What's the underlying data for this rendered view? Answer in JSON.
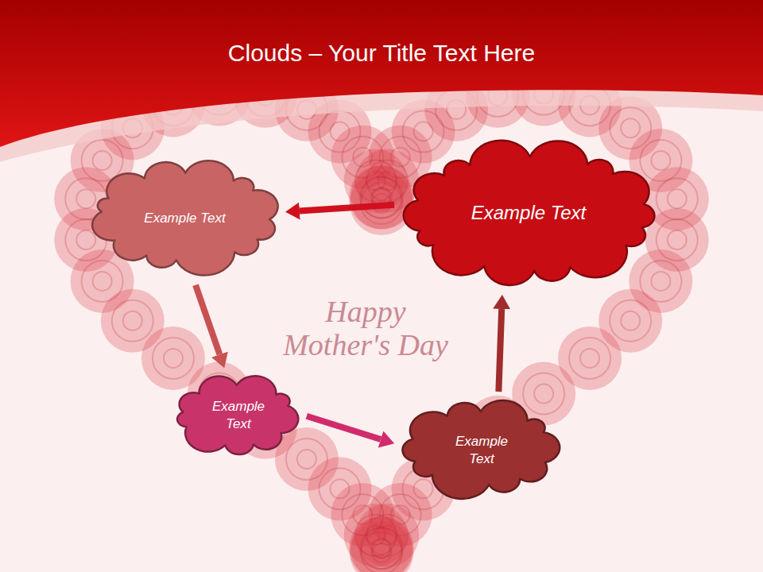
{
  "diagram": {
    "title": "Clouds – Your Title Text Here",
    "nodes": [
      {
        "text": [
          "Example Text"
        ]
      },
      {
        "text": [
          "Example Text"
        ]
      },
      {
        "text": [
          "Example Text"
        ]
      },
      {
        "text": [
          "Example Text"
        ]
      }
    ],
    "edges": [
      {
        "from": 1,
        "to": 0,
        "arrow": "to"
      },
      {
        "from": 0,
        "to": 2,
        "arrow": "to"
      },
      {
        "from": 2,
        "to": 3,
        "arrow": "to"
      },
      {
        "from": 3,
        "to": 1,
        "arrow": "to"
      }
    ],
    "labels": [
      "Happy Mother's Day"
    ]
  }
}
